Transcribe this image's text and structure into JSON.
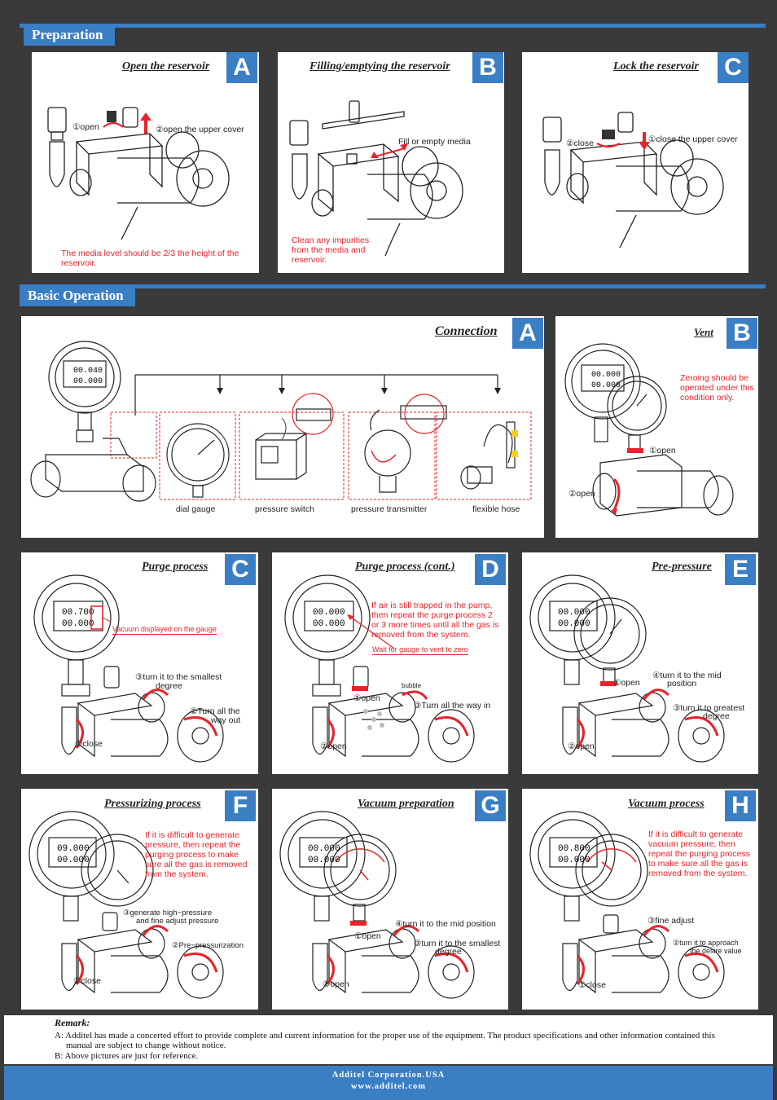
{
  "sections": {
    "preparation": "Preparation",
    "basic_operation": "Basic Operation"
  },
  "prep": {
    "a": {
      "letter": "A",
      "title": "Open the reservoir",
      "step1": "①open",
      "step2": "②open the upper cover",
      "note": "The media level should be 2/3 the height of the reservoir."
    },
    "b": {
      "letter": "B",
      "title": "Filling/emptying the reservoir",
      "label": "Fill or empty media",
      "note": "Clean any impurities from the media and reservoir."
    },
    "c": {
      "letter": "C",
      "title": "Lock the reservoir",
      "step1": "①close the upper cover",
      "step2": "②close"
    }
  },
  "basic": {
    "a": {
      "letter": "A",
      "title": "Connection",
      "items": [
        "dial gauge",
        "pressure switch",
        "pressure transmitter",
        "flexible hose"
      ]
    },
    "b": {
      "letter": "B",
      "title": "Vent",
      "note": "Zeroing should be operated under this condition only.",
      "step1": "①open",
      "step2": "②open"
    },
    "c": {
      "letter": "C",
      "title": "Purge process",
      "callout": "Vacuum displayed on the gauge",
      "step3": "③turn it to the smallest",
      "step3b": "degree",
      "step2": "②Turn all the",
      "step2b": "way out",
      "step1": "①close"
    },
    "d": {
      "letter": "D",
      "title": "Purge process (cont.)",
      "note": "If air is still trapped in the pump, then repeat the purge process 2 or 3 more times until all the gas is removed from the system.",
      "callout": "Wait for gauge to vent to zero",
      "bubble": "bubble",
      "step1": "①open",
      "step3": "③Turn all the way in",
      "step2": "②open"
    },
    "e": {
      "letter": "E",
      "title": "Pre-pressure",
      "step1": "①open",
      "step4": "④turn it to the mid",
      "step4b": "position",
      "step3": "③turn it to greatest",
      "step3b": "degree",
      "step2": "②open"
    },
    "f": {
      "letter": "F",
      "title": "Pressurizing process",
      "note": "If it is difficult to generate pressure, then repeat the purging process to make sure all the gas is removed from the system.",
      "step3": "③generate high−pressure",
      "step3b": "and fine adjust pressure",
      "step2": "②Pre−pressurization",
      "step1": "①close"
    },
    "g": {
      "letter": "G",
      "title": "Vacuum preparation",
      "step4": "④turn it to the mid position",
      "step1": "①open",
      "step3": "③turn it to the smallest",
      "step3b": "degree",
      "step2": "②open"
    },
    "h": {
      "letter": "H",
      "title": "Vacuum process",
      "note": "If it is difficult to generate vacuum pressure, then repeat the purging process to make sure all the gas is removed from the system.",
      "step3": "③fine adjust",
      "step2": "②turn it to approach",
      "step2b": "the desire value",
      "step1": "①close"
    }
  },
  "gauge_readouts": {
    "c_top": "00.700",
    "c_bot": "00.000",
    "default": "00.000",
    "f_top": "09.000",
    "h_top": "00.800",
    "conn_top": "00.040"
  },
  "remark": {
    "title": "Remark:",
    "a": "A: Additel has made a concerted effort to provide complete and current information for the proper use of the equipment. The product specifications and other information contained this",
    "a2": "manual are subject to change without notice.",
    "b": "B: Above pictures are just for reference."
  },
  "footer": {
    "company": "Additel Corporation.USA",
    "website": "www.additel.com"
  },
  "colors": {
    "accent": "#3a7ec4",
    "background": "#3a3a3b",
    "note_red": "#e8232a"
  }
}
